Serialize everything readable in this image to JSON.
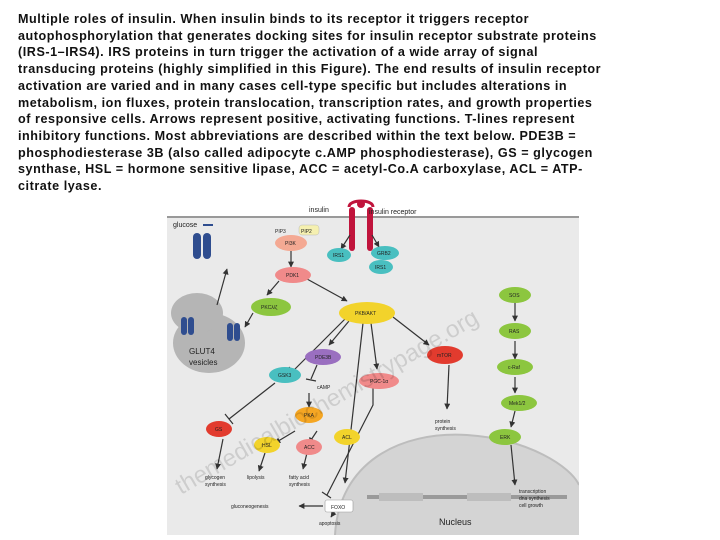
{
  "caption": {
    "lines": [
      "Multiple roles of insulin. When insulin binds to its receptor it triggers receptor",
      "autophosphorylation that generates docking sites for insulin receptor substrate proteins",
      "(IRS-1–IRS4). IRS proteins in turn trigger the activation of a wide array of signal",
      "transducing proteins (highly simplified in this Figure). The end results of insulin receptor",
      "activation are varied and in many cases cell-type specific but includes alterations in",
      "metabolism, ion fluxes, protein translocation, transcription rates, and growth properties",
      "of responsive cells. Arrows represent positive, activating functions. T-lines represent",
      "inhibitory functions. Most abbreviations are described within the text below. PDE3B =",
      "phosphodiesterase 3B (also called adipocyte c.AMP phosphodiesterase), GS = glycogen",
      "synthase, HSL = hormone sensitive lipase, ACC = acetyl-Co.A carboxylase, ACL = ATP-",
      "citrate lyase."
    ]
  },
  "figure": {
    "watermark": "themedicalbiochemistrypage.org",
    "labels": {
      "glucose": "glucose",
      "insulin": "insulin",
      "insulin_receptor": "insulin receptor",
      "glut4_title": "GLUT4",
      "glut4_sub": "vesicles",
      "pip2": "PIP2",
      "pip3": "PIP3",
      "pi3k": "PI3K",
      "irs1_left": "IRS1",
      "grb2": "GRB2",
      "irs1_right": "IRS1",
      "pdk1": "PDK1",
      "sos": "SOS",
      "pkcl": "PKCλ/ζ",
      "pkb": "PKB/AKT",
      "ras": "RAS",
      "pde3b": "PDE3B",
      "mtor": "mTOR",
      "craf": "c-Raf",
      "gsk3": "GSK3",
      "camp": "cAMP",
      "pgc1a": "PGC-1α",
      "mek": "Mek1/2",
      "pka": "PKA",
      "gs": "GS",
      "hsl": "HSL",
      "acc": "ACC",
      "acl": "ACL",
      "protein_synthesis_1": "protein",
      "protein_synthesis_2": "synthesis",
      "erk": "ERK",
      "glycogen_1": "glycogen",
      "glycogen_2": "synthesis",
      "lipolysis": "lipolysis",
      "fatty_acid_1": "fatty acid",
      "fatty_acid_2": "synthesis",
      "gluconeogenesis": "gluconeogenesis",
      "foxo": "FOXO",
      "apoptosis": "apoptosis",
      "transcription_1": "transcription",
      "transcription_2": "dna synthesis",
      "transcription_3": "cell growth",
      "nucleus": "Nucleus"
    },
    "colors": {
      "cell": "#eaeaea",
      "nucleus": "#d6d6d6",
      "vesicle": "#b5b5b5",
      "receptor": "#c0143c",
      "transporter": "#2f4d8f",
      "green": "#8cc63f",
      "yellow": "#f2d32b",
      "pink": "#f08a8a",
      "purple": "#9a6fc0",
      "teal": "#49bfc0",
      "orange": "#f5a623",
      "red": "#e23b2e",
      "peach": "#f4a993"
    }
  }
}
